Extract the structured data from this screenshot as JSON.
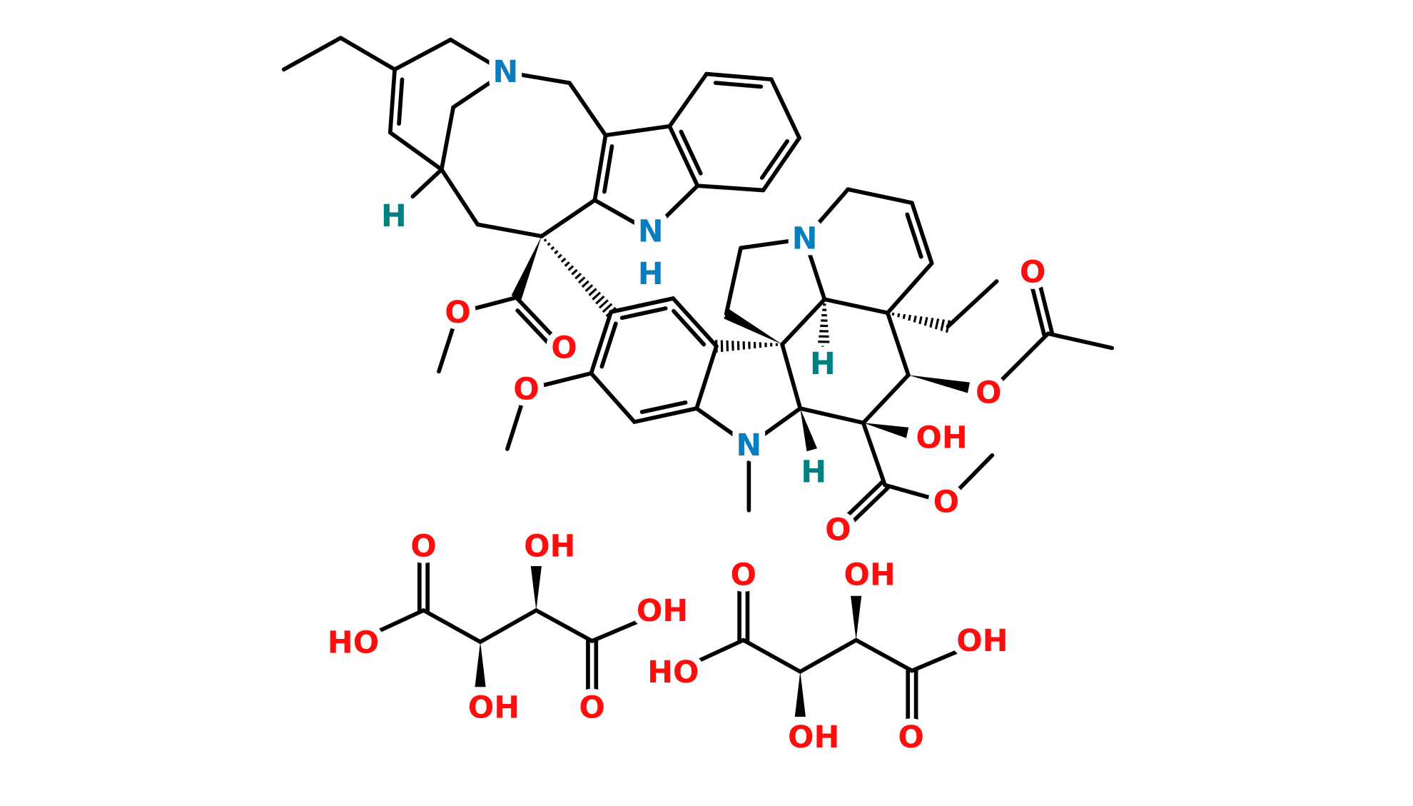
{
  "title": "Vinorelbine tartrate structure",
  "colors": {
    "nitrogen": "#0a7dbf",
    "oxygen": "#ff0d0d",
    "stereo_hydrogen": "#008080",
    "bond": "#000000"
  },
  "labels": {
    "n_top": "N",
    "h_top": "H",
    "nh_n": "N",
    "nh_h": "H",
    "o_ester1": "O",
    "o_carbonyl1": "O",
    "o_methoxy": "O",
    "n_methyl": "N",
    "n_vindoline": "N",
    "h_c9": "H",
    "h_c1": "H",
    "o_acetyl_ether": "O",
    "o_acetyl_carbonyl": "O",
    "oh_c14": "OH",
    "o_carbonyl2": "O",
    "o_ester2": "O",
    "t1_o_top": "O",
    "t1_oh_top": "OH",
    "t1_ho_left": "HO",
    "t1_oh_right": "OH",
    "t1_oh_bottom": "OH",
    "t1_o_bottom": "O",
    "t2_o_top": "O",
    "t2_oh_top": "OH",
    "t2_ho_left": "HO",
    "t2_oh_right": "OH",
    "t2_oh_bottom": "OH",
    "t2_o_bottom": "O"
  }
}
